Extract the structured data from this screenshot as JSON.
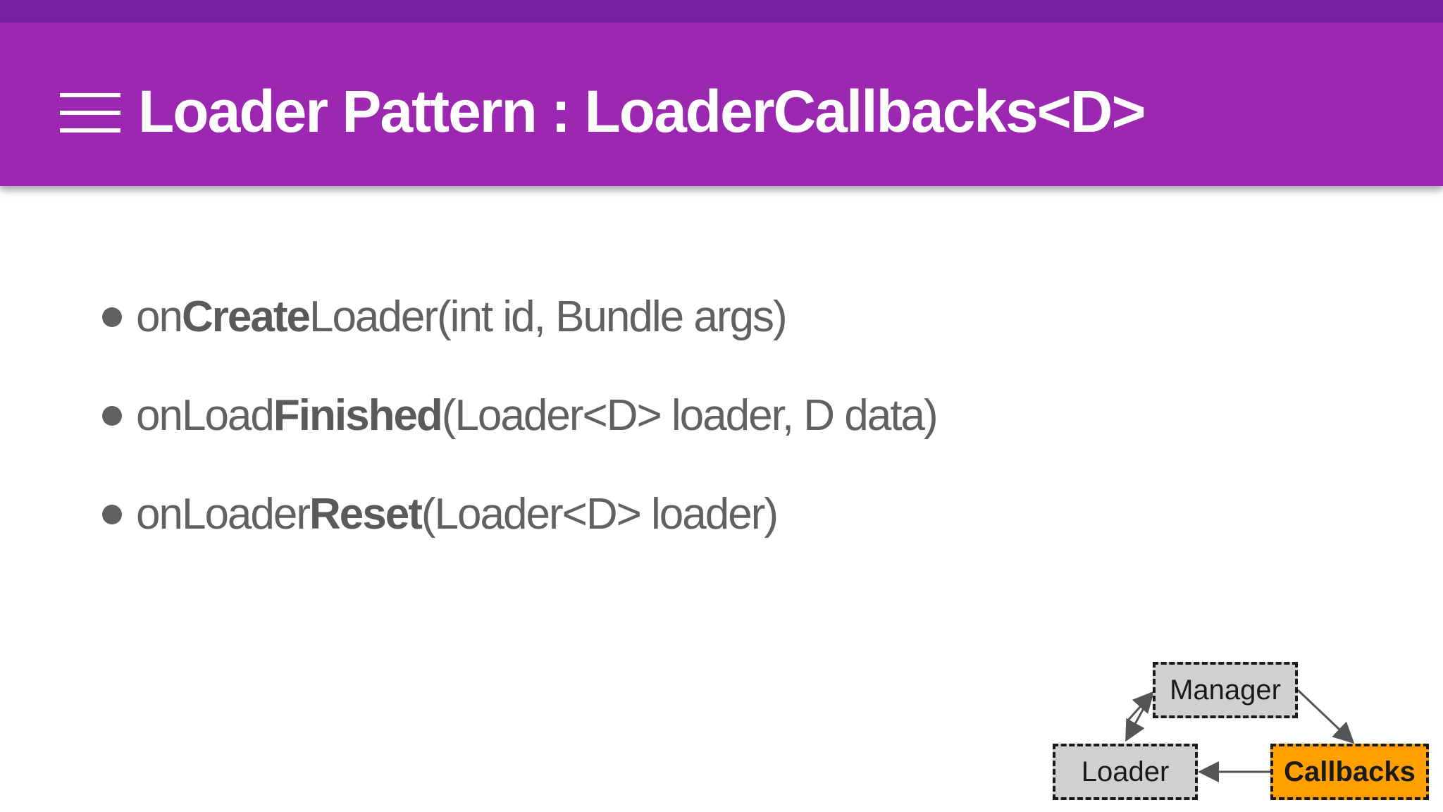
{
  "header": {
    "title": "Loader Pattern : LoaderCallbacks<D>",
    "menu_icon": "hamburger-menu-icon"
  },
  "colors": {
    "status_bar": "#7b1fa2",
    "app_bar": "#9c27b0",
    "text": "#616161",
    "node_gray": "#d0d0d2",
    "node_orange": "#ffa000"
  },
  "bullets": [
    {
      "prefix": "on",
      "bold": "Create",
      "suffix": "Loader(int id, Bundle args)"
    },
    {
      "prefix": "onLoad",
      "bold": "Finished",
      "suffix": "(Loader<D> loader, D data)"
    },
    {
      "prefix": "onLoader",
      "bold": "Reset",
      "suffix": "(Loader<D> loader)"
    }
  ],
  "diagram": {
    "nodes": {
      "manager": "Manager",
      "loader": "Loader",
      "callbacks": "Callbacks"
    }
  }
}
